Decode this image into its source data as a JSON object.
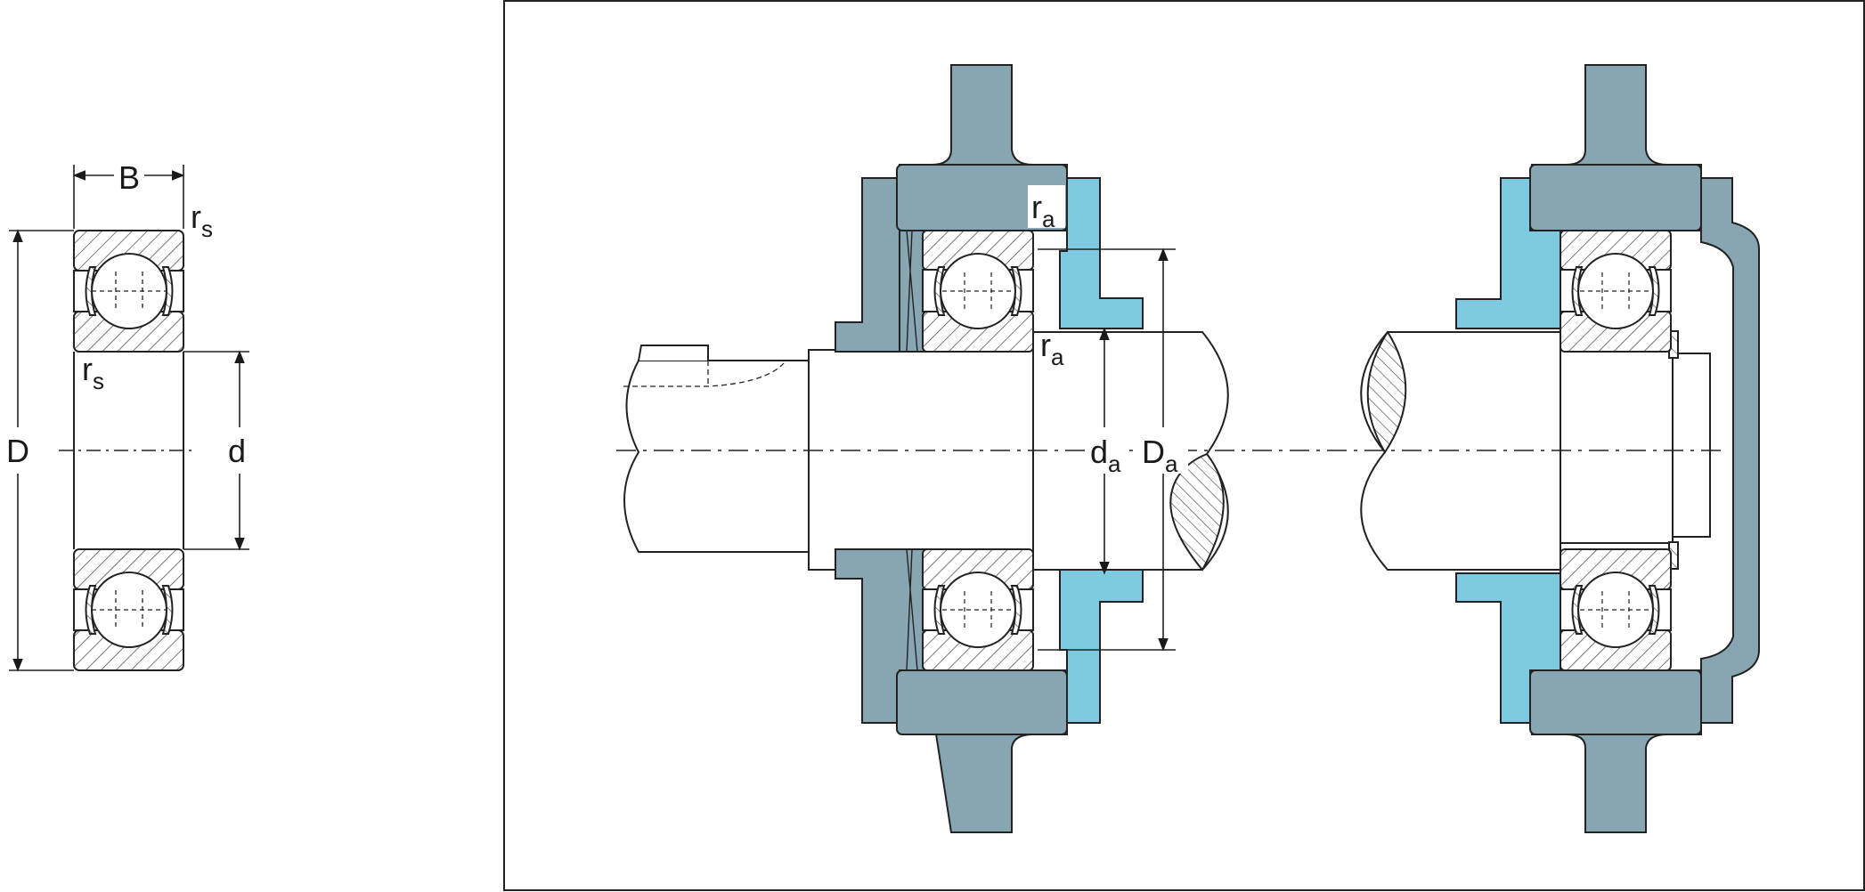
{
  "colors": {
    "housing": "#88a6b2",
    "spacer": "#7ecae1",
    "stroke": "#222222",
    "hatch": "#555555",
    "background": "#ffffff"
  },
  "left_view": {
    "width_label": "B",
    "chamfer_main": "r",
    "chamfer_sub": "s",
    "outer_diameter_label": "D",
    "bore_label": "d"
  },
  "mounting_view": {
    "fillet_main": "r",
    "fillet_sub": "a",
    "shaft_shoulder_main": "d",
    "shaft_shoulder_sub": "a",
    "housing_shoulder_main": "D",
    "housing_shoulder_sub": "a"
  }
}
